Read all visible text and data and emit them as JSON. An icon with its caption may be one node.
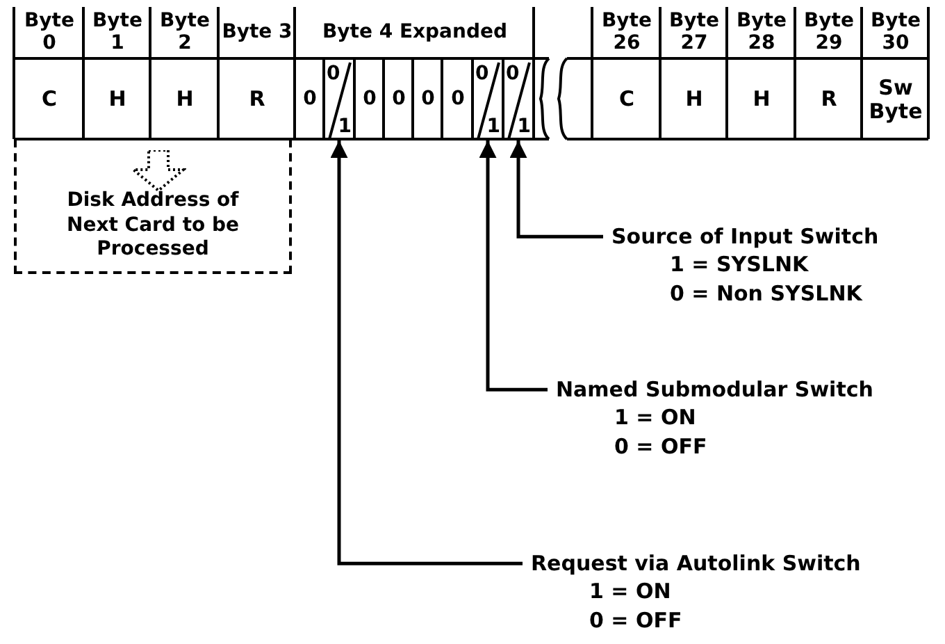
{
  "diagram": {
    "nodes": [
      {
        "text": [
          "0",
          "1"
        ]
      },
      {
        "text": [
          "0",
          "1"
        ]
      },
      {
        "text": [
          "0",
          "1"
        ]
      },
      {
        "text": [
          "Disk Address of Next Card to be Processed"
        ]
      },
      {
        "text": [
          "Source of Input Switch",
          "1 = SYSLNK",
          "0 = Non SYSLNK"
        ]
      },
      {
        "text": [
          "Named Submodular Switch",
          "1 = ON",
          "0 = OFF"
        ]
      },
      {
        "text": [
          "Request via Autolink Switch",
          "1 = ON",
          "0 = OFF"
        ]
      }
    ],
    "edges": [
      {
        "from": 4,
        "to": 2,
        "arrow": "to"
      },
      {
        "from": 5,
        "to": 1,
        "arrow": "to"
      },
      {
        "from": 6,
        "to": 0,
        "arrow": "to"
      }
    ],
    "labels": [
      "Byte 0",
      "Byte 1",
      "Byte 2",
      "Byte 3",
      "Byte 4 Expanded",
      "Byte 26",
      "Byte 27",
      "Byte 28",
      "Byte 29",
      "Byte 30",
      "C",
      "H",
      "H",
      "R",
      "0",
      "0",
      "0",
      "0",
      "0",
      "C",
      "H",
      "H",
      "R",
      "Sw Byte"
    ]
  }
}
